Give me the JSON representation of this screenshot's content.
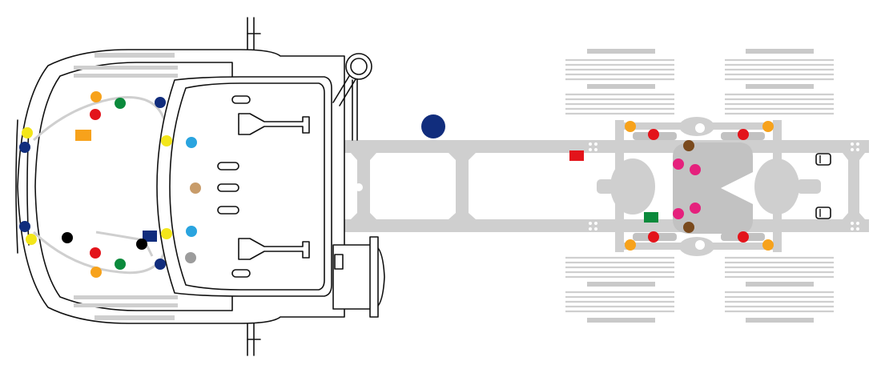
{
  "colors": {
    "orange": "#f7a21b",
    "green": "#0b8a3c",
    "red": "#e3141b",
    "navy": "#112d7d",
    "yellow": "#f3e61a",
    "sky": "#2aa4df",
    "tan": "#c89c6a",
    "gray": "#9c9c9c",
    "black": "#000000",
    "magenta": "#e5217d",
    "brown": "#7a4a1d",
    "frame": "#cfcfcf",
    "outline": "#111111"
  },
  "markers": [
    {
      "id": "cab-top-orange",
      "shape": "dot",
      "color": "orange"
    },
    {
      "id": "cab-top-green",
      "shape": "dot",
      "color": "green"
    },
    {
      "id": "cab-top-red",
      "shape": "dot",
      "color": "red"
    },
    {
      "id": "cab-top-navy",
      "shape": "dot",
      "color": "navy"
    },
    {
      "id": "front-left-yellow",
      "shape": "dot",
      "color": "yellow"
    },
    {
      "id": "front-left-navy",
      "shape": "dot",
      "color": "navy"
    },
    {
      "id": "front-orange-square",
      "shape": "rect",
      "color": "orange"
    },
    {
      "id": "upper-yellow",
      "shape": "dot",
      "color": "yellow"
    },
    {
      "id": "upper-sky",
      "shape": "dot",
      "color": "sky"
    },
    {
      "id": "center-tan",
      "shape": "dot",
      "color": "tan"
    },
    {
      "id": "front-right-navy",
      "shape": "dot",
      "color": "navy"
    },
    {
      "id": "front-right-yellow",
      "shape": "dot",
      "color": "yellow"
    },
    {
      "id": "lower-black-left",
      "shape": "dot",
      "color": "black"
    },
    {
      "id": "lower-navy-square",
      "shape": "rect",
      "color": "navy"
    },
    {
      "id": "lower-yellow",
      "shape": "dot",
      "color": "yellow"
    },
    {
      "id": "lower-sky",
      "shape": "dot",
      "color": "sky"
    },
    {
      "id": "lower-black-right",
      "shape": "dot",
      "color": "black"
    },
    {
      "id": "cab-bottom-red",
      "shape": "dot",
      "color": "red"
    },
    {
      "id": "cab-bottom-green",
      "shape": "dot",
      "color": "green"
    },
    {
      "id": "cab-bottom-orange",
      "shape": "dot",
      "color": "orange"
    },
    {
      "id": "cab-bottom-navy",
      "shape": "dot",
      "color": "navy"
    },
    {
      "id": "cab-bottom-gray",
      "shape": "dot",
      "color": "gray"
    },
    {
      "id": "frame-big-navy",
      "shape": "dot",
      "color": "navy"
    },
    {
      "id": "frame-red-square",
      "shape": "rect",
      "color": "red"
    },
    {
      "id": "axle-orange-1",
      "shape": "dot",
      "color": "orange"
    },
    {
      "id": "axle-red-1",
      "shape": "dot",
      "color": "red"
    },
    {
      "id": "axle-brown-top",
      "shape": "dot",
      "color": "brown"
    },
    {
      "id": "axle-red-2",
      "shape": "dot",
      "color": "red"
    },
    {
      "id": "axle-orange-2",
      "shape": "dot",
      "color": "orange"
    },
    {
      "id": "axle-magenta-1",
      "shape": "dot",
      "color": "magenta"
    },
    {
      "id": "axle-magenta-2",
      "shape": "dot",
      "color": "magenta"
    },
    {
      "id": "axle-magenta-3",
      "shape": "dot",
      "color": "magenta"
    },
    {
      "id": "axle-magenta-4",
      "shape": "dot",
      "color": "magenta"
    },
    {
      "id": "axle-green-square",
      "shape": "rect",
      "color": "green"
    },
    {
      "id": "axle-brown-bottom",
      "shape": "dot",
      "color": "brown"
    },
    {
      "id": "axle-orange-3",
      "shape": "dot",
      "color": "orange"
    },
    {
      "id": "axle-red-3",
      "shape": "dot",
      "color": "red"
    },
    {
      "id": "axle-red-4",
      "shape": "dot",
      "color": "red"
    },
    {
      "id": "axle-orange-4",
      "shape": "dot",
      "color": "orange"
    }
  ]
}
